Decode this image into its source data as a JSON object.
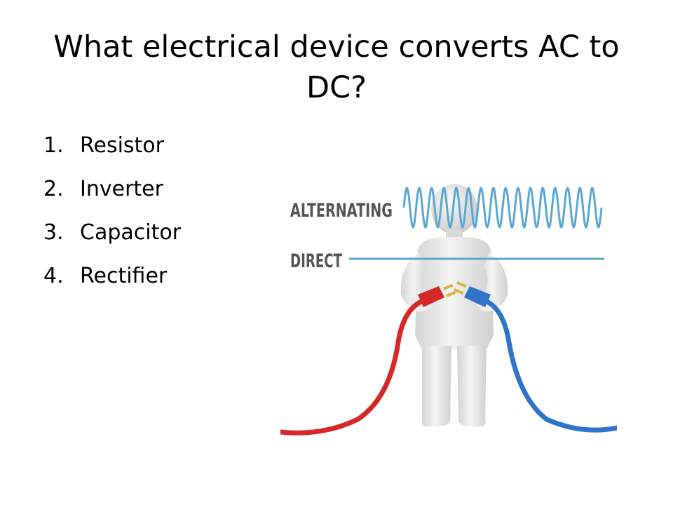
{
  "slide": {
    "title": "What electrical device converts AC to DC?",
    "options": [
      {
        "number": "1.",
        "label": "Resistor"
      },
      {
        "number": "2.",
        "label": "Inverter"
      },
      {
        "number": "3.",
        "label": "Capacitor"
      },
      {
        "number": "4.",
        "label": "Rectifier"
      }
    ]
  },
  "illustration": {
    "alternating_label": "ALTERNATING",
    "direct_label": "DIRECT",
    "colors": {
      "wave": "#5aa7d0",
      "label": "#555555",
      "red_cable": "#d62828",
      "blue_cable": "#2f74c8",
      "figure": "#e6e6e6"
    }
  }
}
